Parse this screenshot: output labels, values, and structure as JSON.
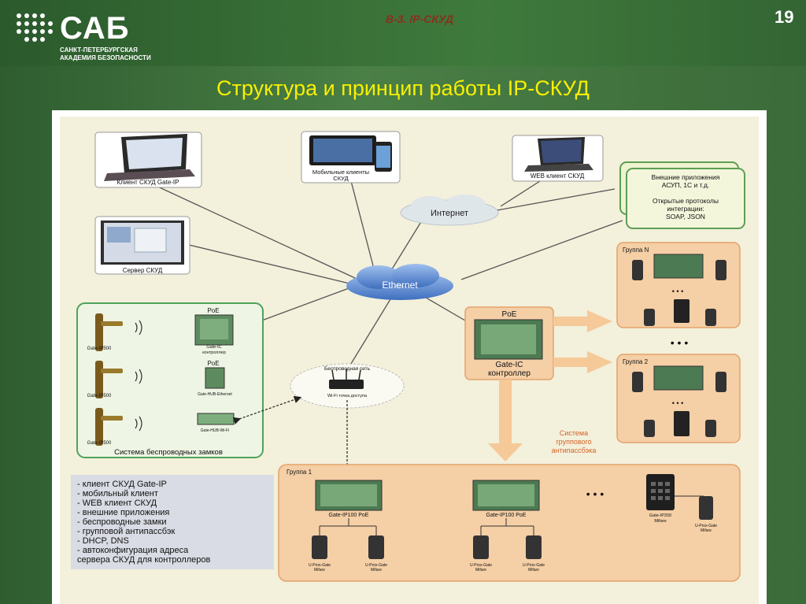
{
  "header": {
    "logo_text": "САБ",
    "logo_sub_1": "САНКТ-ПЕТЕРБУРГСКАЯ",
    "logo_sub_2": "АКАДЕМИЯ БЕЗОПАСНОСТИ",
    "section_tag": "В-3. IP-СКУД",
    "page_number": "19"
  },
  "title": "Структура и принцип работы IP-СКУД",
  "diagram": {
    "client_gate_ip": "Клиент СКУД Gate-IP",
    "mobile_clients_1": "Мобильные клиенты",
    "mobile_clients_2": "СКУД",
    "web_client": "WEB клиент СКУД",
    "server": "Сервер СКУД",
    "internet": "Интернет",
    "ethernet": "Ethernet",
    "ext_apps_1": "Внешние приложения",
    "ext_apps_2": "АСУП, 1С и т.д.",
    "protocols_1": "Открытые протоколы",
    "protocols_2": "интеграции:",
    "protocols_3": "SOAP, JSON",
    "poe": "PoE",
    "gate_ic_1": "Gate-IC",
    "gate_ic_2": "контроллер",
    "gate_ip500": "Gate-IP500",
    "gate_hub_ethernet": "Gate-HUB-Ethernet",
    "gate_hub_wifi": "Gate-HUB-Wi-Fi",
    "wireless_locks": "Система беспроводных замков",
    "wireless_net": "Беспроводная сеть",
    "wifi_ap": "Wi-Fi точка доступа",
    "group_n": "Группа N",
    "group_2": "Группа 2",
    "group_1": "Группа 1",
    "ellipsis": "• • •",
    "antipass_1": "Система",
    "antipass_2": "группового",
    "antipass_3": "антипассбэка",
    "gate_ip100": "Gate-IP100 PoE",
    "gate_ip200": "Gate-IP200",
    "mifare": "Mifare",
    "uprox": "U-Prox-Gate",
    "features": [
      "- клиент СКУД Gate-IP",
      "- мобильный клиент",
      "- WEB клиент СКУД",
      "- внешние приложения",
      "- беспроводные замки",
      "- групповой антипассбэк",
      "- DHCP, DNS",
      "- автоконфигурация адреса",
      "сервера СКУД для контроллеров"
    ]
  },
  "colors": {
    "title": "#f8f000",
    "orange_group": "#f5cfa6",
    "green_frame": "#4ea35a",
    "cloud": "#5b86c9"
  }
}
